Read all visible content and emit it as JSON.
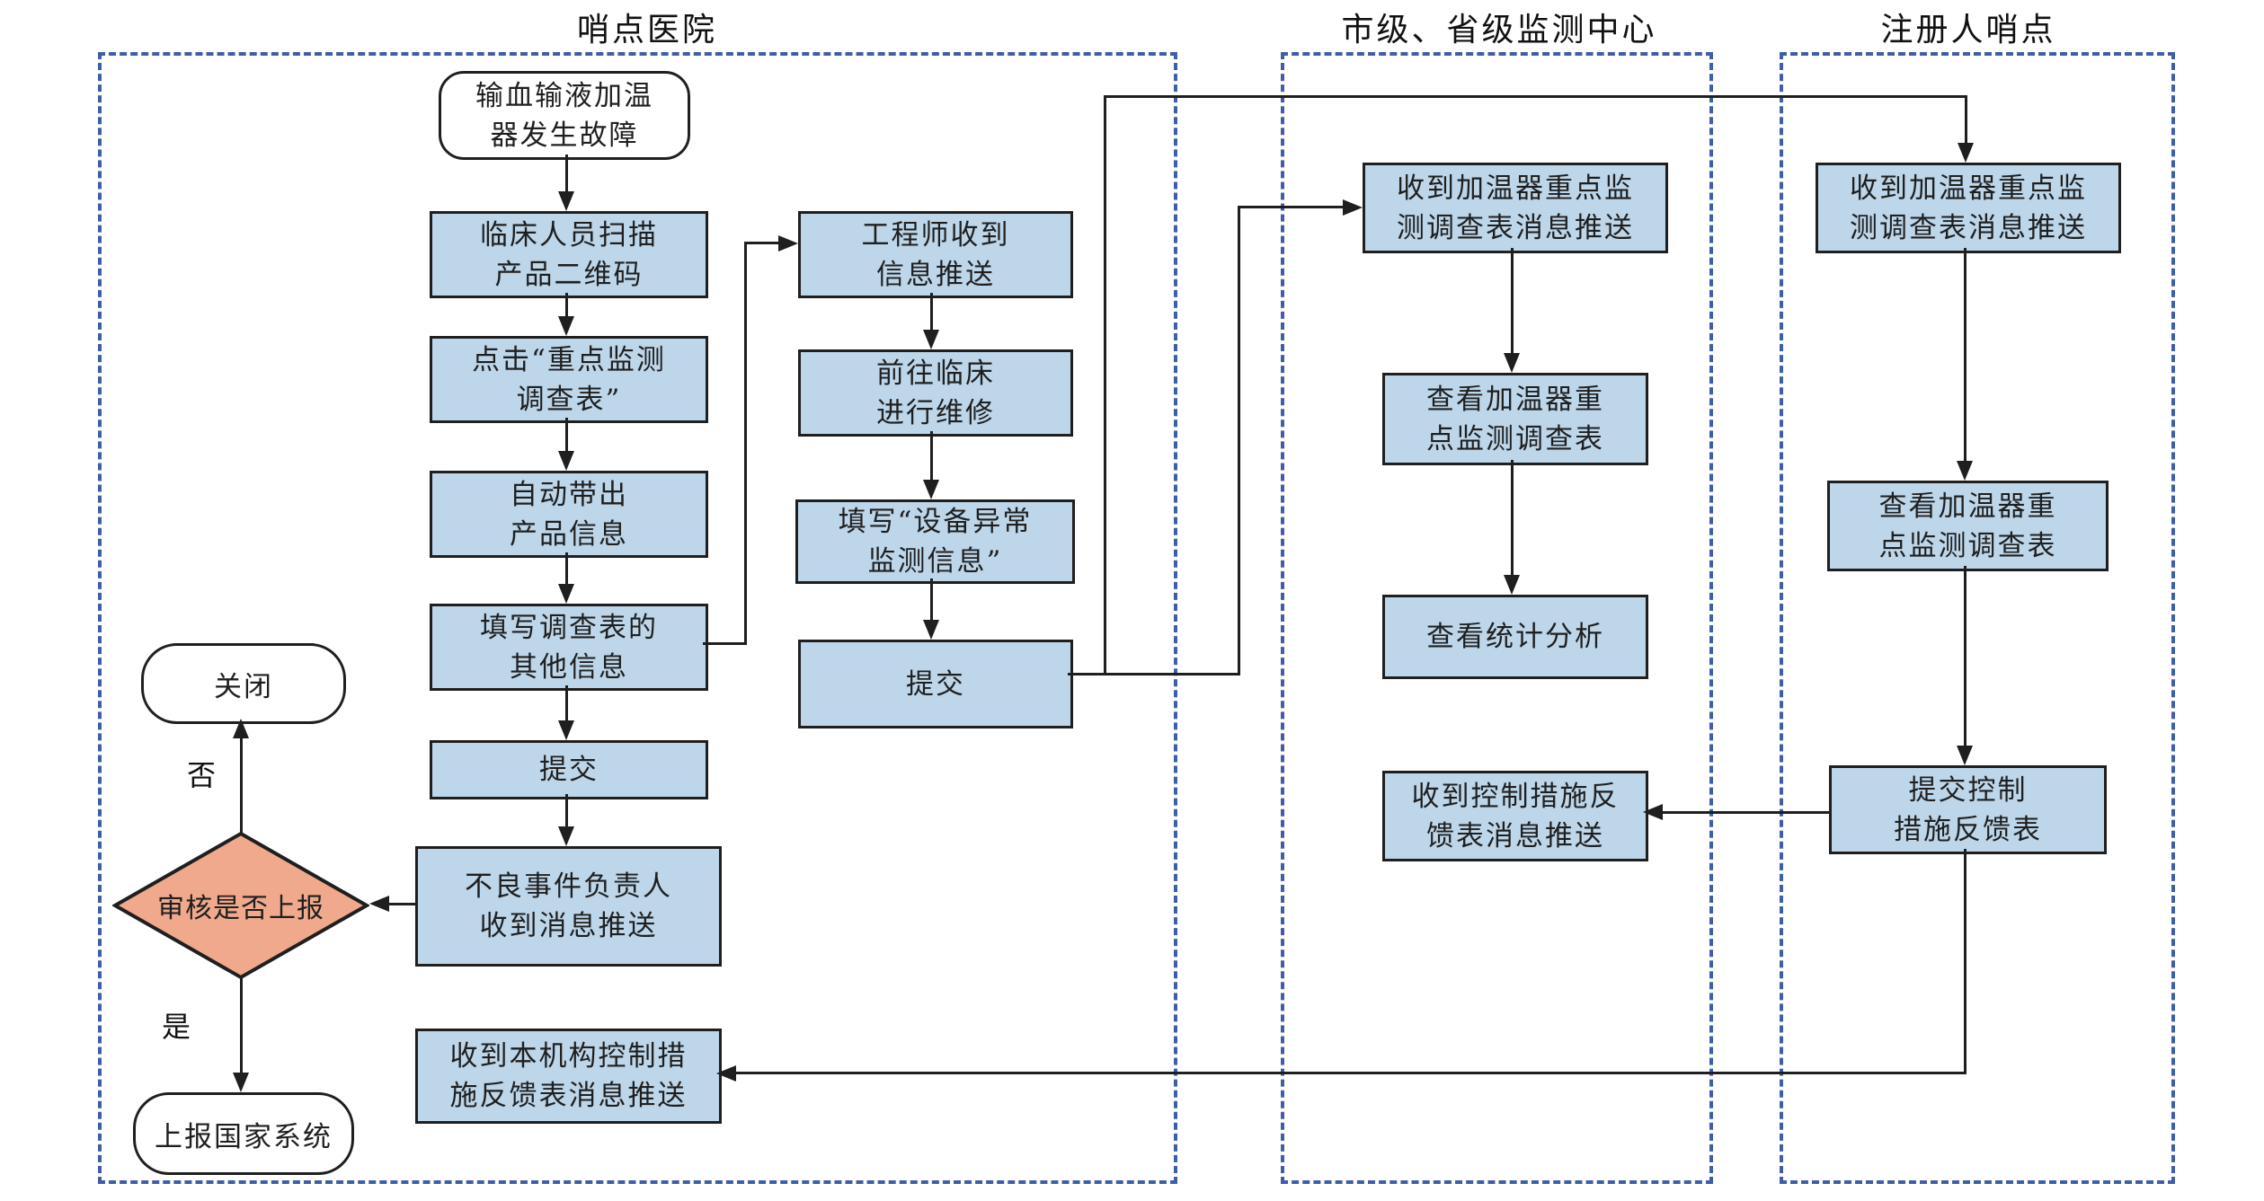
{
  "lanes": {
    "hospital": {
      "title": "哨点医院"
    },
    "center": {
      "title": "市级、省级监测中心"
    },
    "registrant": {
      "title": "注册人哨点"
    }
  },
  "nodes": {
    "start": {
      "line1": "输血输液加温",
      "line2": "器发生故障"
    },
    "scan_qr": {
      "line1": "临床人员扫描",
      "line2": "产品二维码"
    },
    "click_form": {
      "line1": "点击“重点监测",
      "line2": "调查表”"
    },
    "auto_info": {
      "line1": "自动带出",
      "line2": "产品信息"
    },
    "fill_other": {
      "line1": "填写调查表的",
      "line2": "其他信息"
    },
    "submit_main": {
      "line1": "提交"
    },
    "responsible_push": {
      "line1": "不良事件负责人",
      "line2": "收到消息推送"
    },
    "org_feedback_push": {
      "line1": "收到本机构控制措",
      "line2": "施反馈表消息推送"
    },
    "close": {
      "line1": "关闭"
    },
    "review": {
      "line1": "审核是否上报"
    },
    "report_national": {
      "line1": "上报国家系统"
    },
    "engineer_push": {
      "line1": "工程师收到",
      "line2": "信息推送"
    },
    "goto_clinic": {
      "line1": "前往临床",
      "line2": "进行维修"
    },
    "fill_abnormal": {
      "line1": "填写“设备异常",
      "line2": "监测信息”"
    },
    "submit_engineer": {
      "line1": "提交"
    },
    "center_form_push": {
      "line1": "收到加温器重点监",
      "line2": "测调查表消息推送"
    },
    "center_view_form": {
      "line1": "查看加温器重",
      "line2": "点监测调查表"
    },
    "center_view_stats": {
      "line1": "查看统计分析"
    },
    "center_feedback_push": {
      "line1": "收到控制措施反",
      "line2": "馈表消息推送"
    },
    "reg_form_push": {
      "line1": "收到加温器重点监",
      "line2": "测调查表消息推送"
    },
    "reg_view_form": {
      "line1": "查看加温器重",
      "line2": "点监测调查表"
    },
    "reg_submit_feedback": {
      "line1": "提交控制",
      "line2": "措施反馈表"
    }
  },
  "edge_labels": {
    "no": "否",
    "yes": "是"
  },
  "colors": {
    "process_fill": "#bdd6ea",
    "decision_fill": "#f0a98c",
    "terminal_fill": "#ffffff",
    "lane_border": "#3f5ea9",
    "line": "#1f1f1f"
  }
}
